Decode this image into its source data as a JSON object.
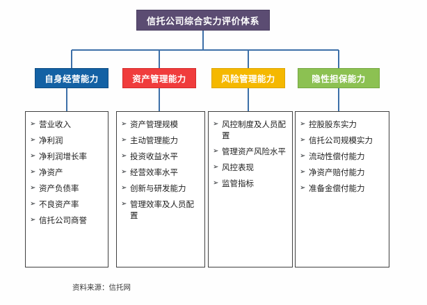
{
  "diagram": {
    "root": {
      "label": "信托公司综合实力评价体系",
      "color": "#5b4c72"
    },
    "categories": [
      {
        "label": "自身经营能力",
        "color": "#1361a4",
        "bullet": "➢",
        "items": [
          "营业收入",
          "净利润",
          "净利润增长率",
          "净资产",
          "资产负债率",
          "不良资产率",
          "信托公司商誉"
        ]
      },
      {
        "label": "资产管理能力",
        "color": "#f03c3c",
        "bullet": "➢",
        "items": [
          "资产管理规模",
          "主动管理能力",
          "投资收益水平",
          "经营效率水平",
          "创新与研发能力",
          "管理效率及人员配置"
        ]
      },
      {
        "label": "风险管理能力",
        "color": "#f5b800",
        "bullet": "➢",
        "items": [
          "风控制度及人员配置",
          "管理资产风险水平",
          "风控表现",
          "监管指标"
        ]
      },
      {
        "label": "隐性担保能力",
        "color": "#8cc152",
        "bullet": "➢",
        "items": [
          "控股股东实力",
          "信托公司规模实力",
          "流动性偿付能力",
          "净资产赔付能力",
          "准备金偿付能力"
        ]
      }
    ],
    "connector_color": "#3c6fa8",
    "source_note": "资料来源：信托网"
  }
}
